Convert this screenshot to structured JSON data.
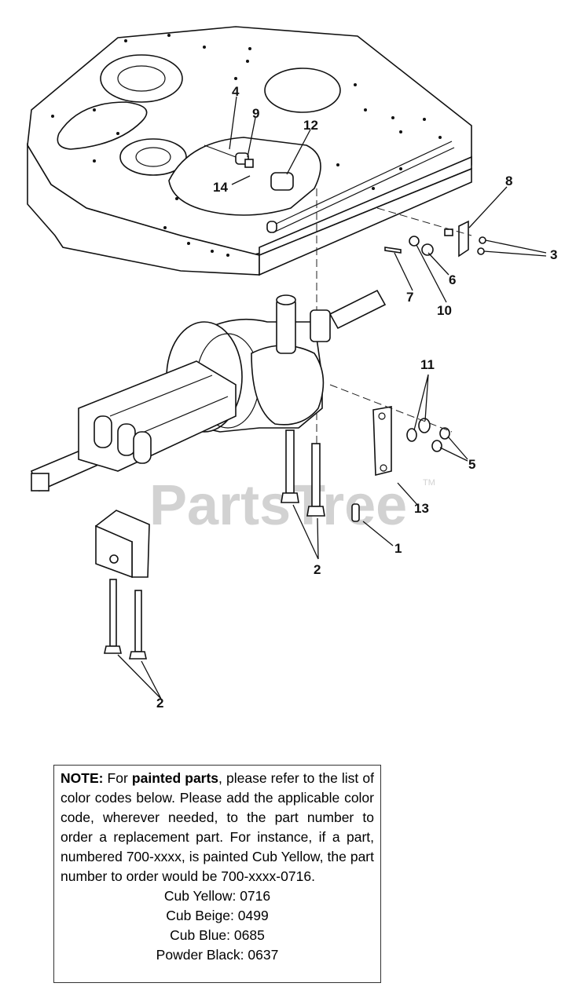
{
  "watermark": {
    "text": "PartsTree",
    "trademark": "TM"
  },
  "callouts": [
    {
      "id": "c1",
      "label": "1"
    },
    {
      "id": "c2a",
      "label": "2"
    },
    {
      "id": "c2b",
      "label": "2"
    },
    {
      "id": "c3",
      "label": "3"
    },
    {
      "id": "c4",
      "label": "4"
    },
    {
      "id": "c5",
      "label": "5"
    },
    {
      "id": "c6",
      "label": "6"
    },
    {
      "id": "c7",
      "label": "7"
    },
    {
      "id": "c8",
      "label": "8"
    },
    {
      "id": "c9",
      "label": "9"
    },
    {
      "id": "c10",
      "label": "10"
    },
    {
      "id": "c11",
      "label": "11"
    },
    {
      "id": "c12",
      "label": "12"
    },
    {
      "id": "c13",
      "label": "13"
    },
    {
      "id": "c14",
      "label": "14"
    }
  ],
  "note": {
    "label": "NOTE:",
    "text_1": " For ",
    "emphasis": "painted parts",
    "text_2": ", please refer to the list of color codes below. Please add the applicable color code, wherever needed, to the part number to order a replacement part. For instance, if a part, numbered 700-xxxx, is painted Cub Yellow,  the part number to order would be 700-xxxx-0716.",
    "color_codes": [
      "Cub Yellow: 0716",
      "Cub Beige: 0499",
      "Cub Blue: 0685",
      "Powder Black: 0637"
    ]
  }
}
